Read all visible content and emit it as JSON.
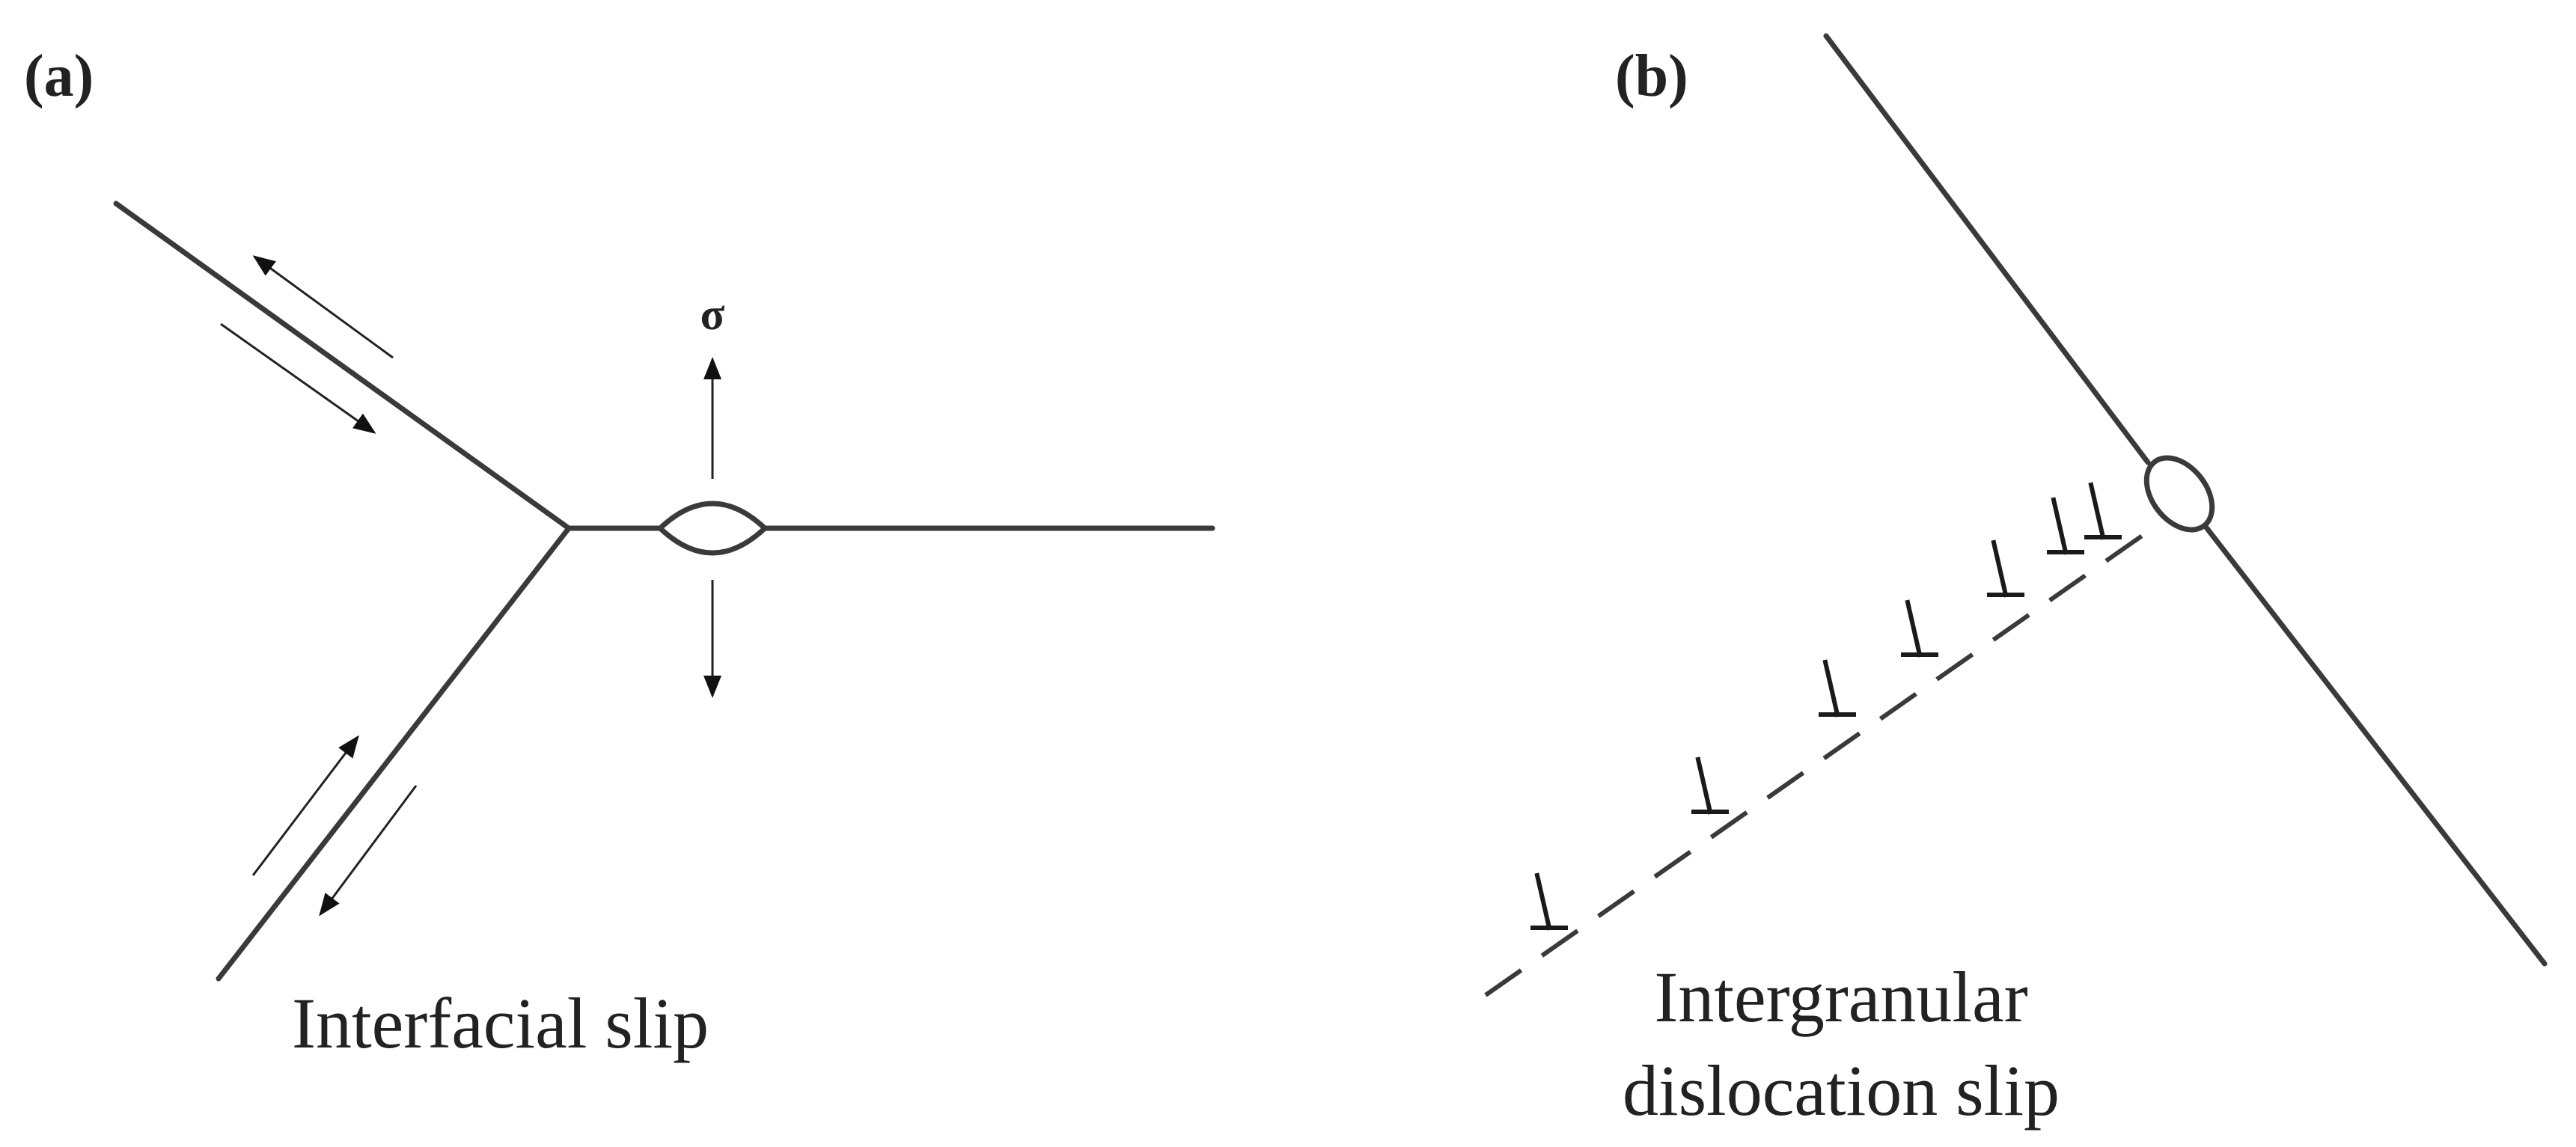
{
  "panel_a": {
    "label": "(a)",
    "stress_symbol": "σ",
    "caption": "Interfacial slip"
  },
  "panel_b": {
    "label": "(b)",
    "caption_line1": "Intergranular",
    "caption_line2": "dislocation slip"
  }
}
